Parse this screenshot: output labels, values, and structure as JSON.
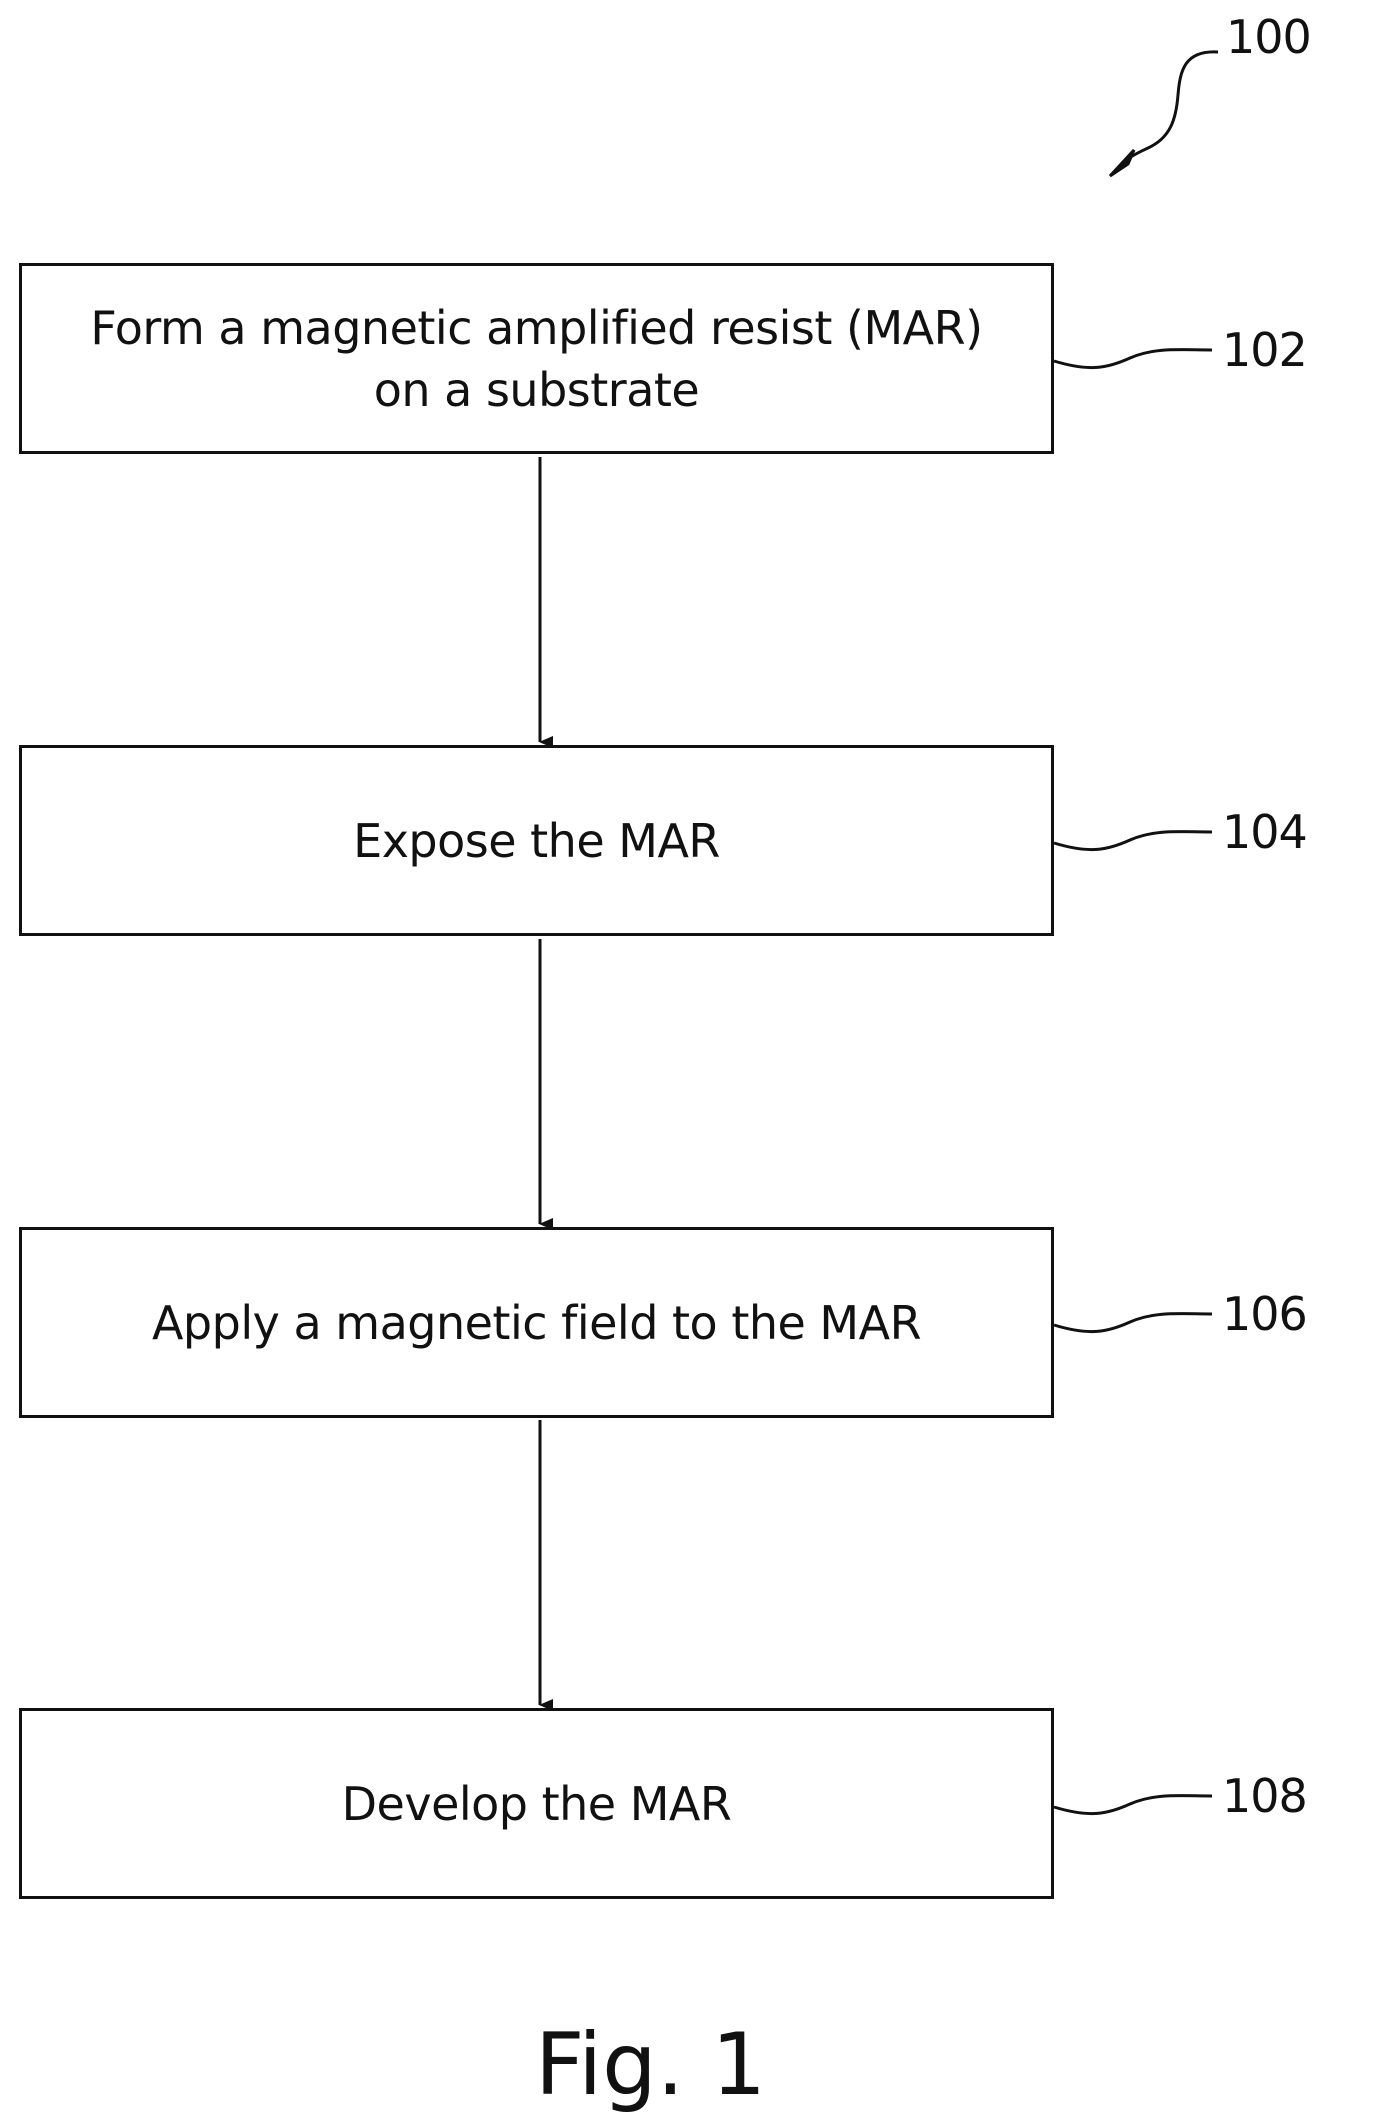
{
  "figure": {
    "reference_number": "100",
    "caption": "Fig. 1"
  },
  "steps": [
    {
      "text": "Form a magnetic amplified resist (MAR)\non a substrate",
      "ref": "102"
    },
    {
      "text": "Expose the MAR",
      "ref": "104"
    },
    {
      "text": "Apply a magnetic field to the MAR",
      "ref": "106"
    },
    {
      "text": "Develop the MAR",
      "ref": "108"
    }
  ],
  "colors": {
    "line": "#111111",
    "background": "#ffffff"
  }
}
